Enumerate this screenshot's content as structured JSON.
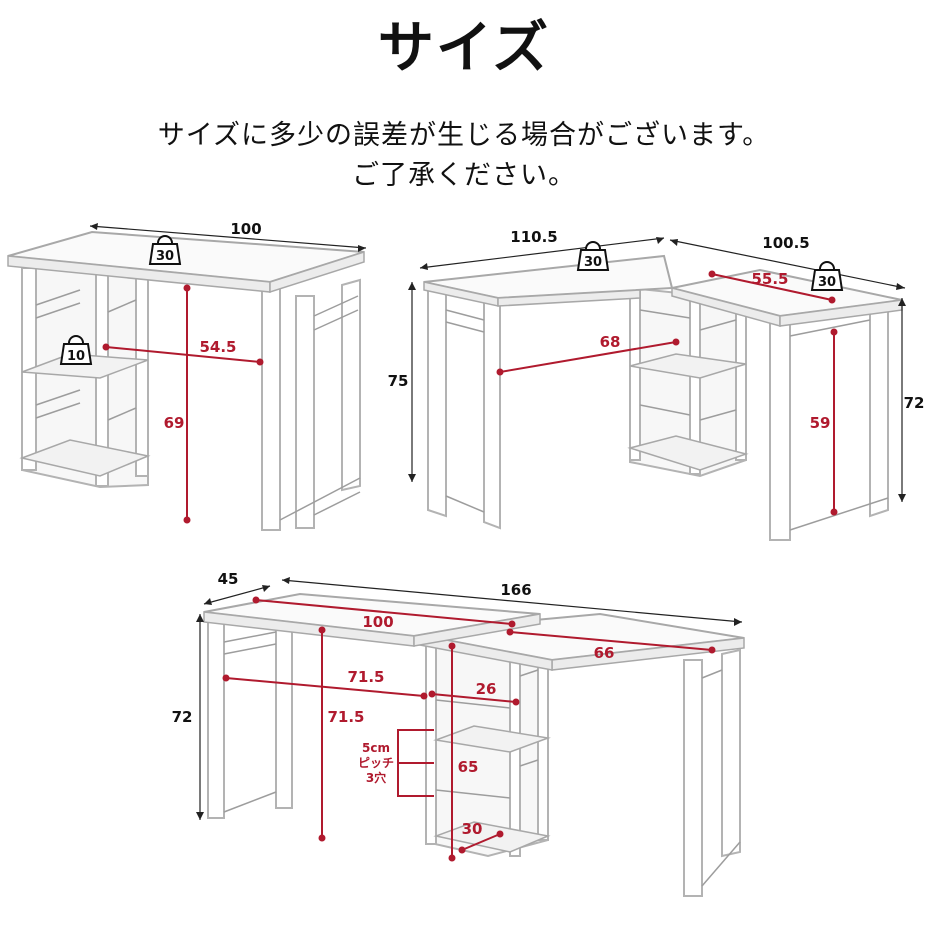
{
  "title": "サイズ",
  "notice": {
    "line1": "サイズに多少の誤差が生じる場合がございます。",
    "line2": "ご了承ください。"
  },
  "colors": {
    "dimension_red": "#b01a2e",
    "text": "#111111"
  },
  "icons": {
    "load_weight": "weight-icon"
  },
  "desk_straight": {
    "width": "100",
    "depth_inner": "54.5",
    "leg_clearance": "69",
    "top_load": "30",
    "shelf_load": "10"
  },
  "desk_l_shape": {
    "width_a": "110.5",
    "width_b": "100.5",
    "height_a": "75",
    "height_b": "72",
    "inner_a": "68",
    "inner_b": "55.5",
    "clearance_b": "59",
    "top_load_a": "30",
    "top_load_b": "30"
  },
  "desk_extended": {
    "depth": "45",
    "total_width": "166",
    "height": "72",
    "top_a": "100",
    "top_b": "66",
    "inner_width": "71.5",
    "inner_height": "71.5",
    "shelf_width": "26",
    "shelf_clearance": "65",
    "shelf_depth": "30",
    "pitch_1": "5cm",
    "pitch_2": "ピッチ",
    "pitch_3": "3穴"
  }
}
